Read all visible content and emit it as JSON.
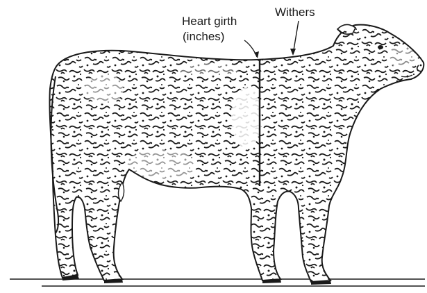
{
  "labels": {
    "heart_girth": "Heart girth",
    "heart_girth_units": "(inches)",
    "withers": "Withers"
  },
  "colors": {
    "ink": "#1a1a1a",
    "background": "#ffffff"
  }
}
